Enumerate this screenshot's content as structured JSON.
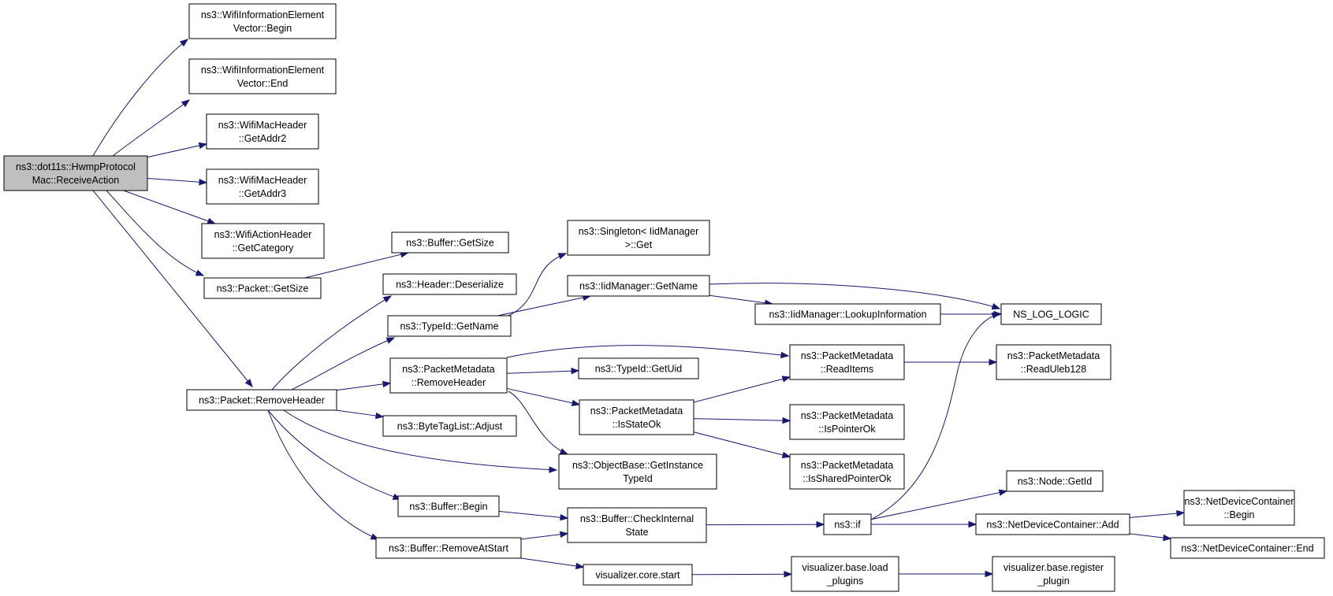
{
  "colors": {
    "edge": "#191970",
    "root_fill": "#bfbfbf",
    "node_fill": "#ffffff",
    "border": "#000000"
  },
  "nodes": [
    {
      "id": "root",
      "lines": [
        "ns3::dot11s::HwmpProtocol",
        "Mac::ReceiveAction"
      ]
    },
    {
      "id": "wie_begin",
      "lines": [
        "ns3::WifiInformationElement",
        "Vector::Begin"
      ]
    },
    {
      "id": "wie_end",
      "lines": [
        "ns3::WifiInformationElement",
        "Vector::End"
      ]
    },
    {
      "id": "getaddr2",
      "lines": [
        "ns3::WifiMacHeader",
        "::GetAddr2"
      ]
    },
    {
      "id": "getaddr3",
      "lines": [
        "ns3::WifiMacHeader",
        "::GetAddr3"
      ]
    },
    {
      "id": "getcategory",
      "lines": [
        "ns3::WifiActionHeader",
        "::GetCategory"
      ]
    },
    {
      "id": "packet_getsize",
      "lines": [
        "ns3::Packet::GetSize"
      ]
    },
    {
      "id": "buffer_getsize",
      "lines": [
        "ns3::Buffer::GetSize"
      ]
    },
    {
      "id": "header_deserialize",
      "lines": [
        "ns3::Header::Deserialize"
      ]
    },
    {
      "id": "typeid_getname",
      "lines": [
        "ns3::TypeId::GetName"
      ]
    },
    {
      "id": "singleton_get",
      "lines": [
        "ns3::Singleton< IidManager",
        ">::Get"
      ]
    },
    {
      "id": "iid_getname",
      "lines": [
        "ns3::IidManager::GetName"
      ]
    },
    {
      "id": "iid_lookup",
      "lines": [
        "ns3::IidManager::LookupInformation"
      ]
    },
    {
      "id": "ns_log_logic",
      "lines": [
        "NS_LOG_LOGIC"
      ]
    },
    {
      "id": "pm_removeheader",
      "lines": [
        "ns3::PacketMetadata",
        "::RemoveHeader"
      ]
    },
    {
      "id": "typeid_getuid",
      "lines": [
        "ns3::TypeId::GetUid"
      ]
    },
    {
      "id": "pm_readitems",
      "lines": [
        "ns3::PacketMetadata",
        "::ReadItems"
      ]
    },
    {
      "id": "pm_readuleb",
      "lines": [
        "ns3::PacketMetadata",
        "::ReadUleb128"
      ]
    },
    {
      "id": "packet_removeheader",
      "lines": [
        "ns3::Packet::RemoveHeader"
      ]
    },
    {
      "id": "pm_isstateok",
      "lines": [
        "ns3::PacketMetadata",
        "::IsStateOk"
      ]
    },
    {
      "id": "pm_ispointerok",
      "lines": [
        "ns3::PacketMetadata",
        "::IsPointerOk"
      ]
    },
    {
      "id": "bytetaglist_adjust",
      "lines": [
        "ns3::ByteTagList::Adjust"
      ]
    },
    {
      "id": "objectbase_getinstance",
      "lines": [
        "ns3::ObjectBase::GetInstance",
        "TypeId"
      ]
    },
    {
      "id": "pm_issharedpointerok",
      "lines": [
        "ns3::PacketMetadata",
        "::IsSharedPointerOk"
      ]
    },
    {
      "id": "node_getid",
      "lines": [
        "ns3::Node::GetId"
      ]
    },
    {
      "id": "buffer_begin",
      "lines": [
        "ns3::Buffer::Begin"
      ]
    },
    {
      "id": "buffer_checkinternal",
      "lines": [
        "ns3::Buffer::CheckInternal",
        "State"
      ]
    },
    {
      "id": "ns3_if",
      "lines": [
        "ns3::if"
      ]
    },
    {
      "id": "ndc_add",
      "lines": [
        "ns3::NetDeviceContainer::Add"
      ]
    },
    {
      "id": "ndc_begin",
      "lines": [
        "ns3::NetDeviceContainer",
        "::Begin"
      ]
    },
    {
      "id": "ndc_end",
      "lines": [
        "ns3::NetDeviceContainer::End"
      ]
    },
    {
      "id": "buffer_removeatstart",
      "lines": [
        "ns3::Buffer::RemoveAtStart"
      ]
    },
    {
      "id": "vis_core_start",
      "lines": [
        "visualizer.core.start"
      ]
    },
    {
      "id": "vis_base_load",
      "lines": [
        "visualizer.base.load",
        "_plugins"
      ]
    },
    {
      "id": "vis_base_register",
      "lines": [
        "visualizer.base.register",
        "_plugin"
      ]
    }
  ],
  "edges": [
    [
      "root",
      "wie_begin"
    ],
    [
      "root",
      "wie_end"
    ],
    [
      "root",
      "getaddr2"
    ],
    [
      "root",
      "getaddr3"
    ],
    [
      "root",
      "getcategory"
    ],
    [
      "root",
      "packet_getsize"
    ],
    [
      "root",
      "packet_removeheader"
    ],
    [
      "packet_getsize",
      "buffer_getsize"
    ],
    [
      "packet_removeheader",
      "header_deserialize"
    ],
    [
      "packet_removeheader",
      "typeid_getname"
    ],
    [
      "packet_removeheader",
      "pm_removeheader"
    ],
    [
      "packet_removeheader",
      "bytetaglist_adjust"
    ],
    [
      "packet_removeheader",
      "objectbase_getinstance"
    ],
    [
      "packet_removeheader",
      "buffer_begin"
    ],
    [
      "packet_removeheader",
      "buffer_removeatstart"
    ],
    [
      "typeid_getname",
      "singleton_get"
    ],
    [
      "typeid_getname",
      "iid_getname"
    ],
    [
      "iid_getname",
      "ns_log_logic"
    ],
    [
      "iid_getname",
      "iid_lookup"
    ],
    [
      "iid_lookup",
      "ns_log_logic"
    ],
    [
      "pm_removeheader",
      "pm_readitems"
    ],
    [
      "pm_removeheader",
      "typeid_getuid"
    ],
    [
      "pm_removeheader",
      "pm_isstateok"
    ],
    [
      "pm_removeheader",
      "objectbase_getinstance"
    ],
    [
      "pm_readitems",
      "pm_readuleb"
    ],
    [
      "pm_isstateok",
      "pm_readitems"
    ],
    [
      "pm_isstateok",
      "pm_ispointerok"
    ],
    [
      "pm_isstateok",
      "pm_issharedpointerok"
    ],
    [
      "buffer_begin",
      "buffer_checkinternal"
    ],
    [
      "buffer_removeatstart",
      "buffer_checkinternal"
    ],
    [
      "buffer_removeatstart",
      "vis_core_start"
    ],
    [
      "buffer_checkinternal",
      "ns3_if"
    ],
    [
      "ns3_if",
      "ns_log_logic"
    ],
    [
      "ns3_if",
      "node_getid"
    ],
    [
      "ns3_if",
      "ndc_add"
    ],
    [
      "ndc_add",
      "ndc_begin"
    ],
    [
      "ndc_add",
      "ndc_end"
    ],
    [
      "vis_core_start",
      "vis_base_load"
    ],
    [
      "vis_base_load",
      "vis_base_register"
    ]
  ]
}
